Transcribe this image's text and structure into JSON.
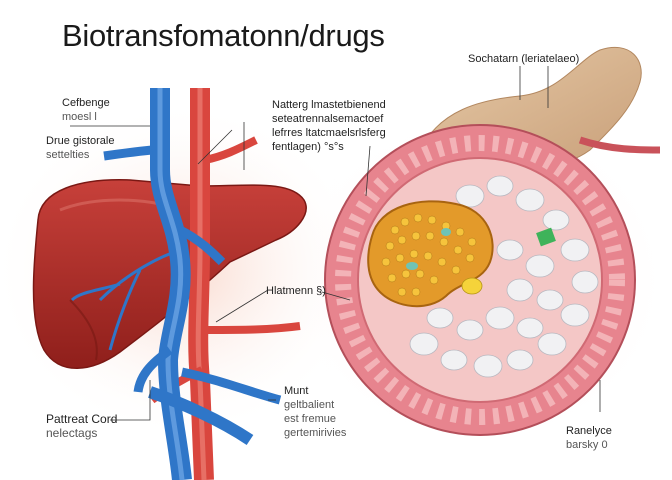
{
  "title": "Biotransfomatonn/drugs",
  "labels": {
    "cefbenge": {
      "line1": "Cefbenge",
      "line2": "moesl l"
    },
    "drugs_side": {
      "line1": "Drue gistorale",
      "line2": "settelties"
    },
    "top_center": {
      "line1": "Natterg lmastetbienend",
      "line2": "seteatrennalsemactoef",
      "line3": "lefrres ltatcmaelsrlsferg",
      "line4": "fentlagen) °s°s"
    },
    "sochataon": {
      "line1": "Sochatarn (leriatelaeo)"
    },
    "mid": {
      "line1": "Hlatmenn §)"
    },
    "pattreat": {
      "line1": "Pattreat Cord",
      "line2": "nelectags"
    },
    "munt": {
      "line1": "Munt",
      "line2": "geltbalient",
      "line3": "est fremue",
      "line4": "gertemirivies"
    },
    "ranelyce": {
      "line1": "Ranelyce",
      "line2": "barsky 0"
    }
  },
  "colors": {
    "liver": "#b8312a",
    "vein": "#2f76c8",
    "artery": "#d9463e",
    "kidney_outer": "#e7848e",
    "fat_cluster": "#e39a2a",
    "pancreas": "#d9b793"
  }
}
